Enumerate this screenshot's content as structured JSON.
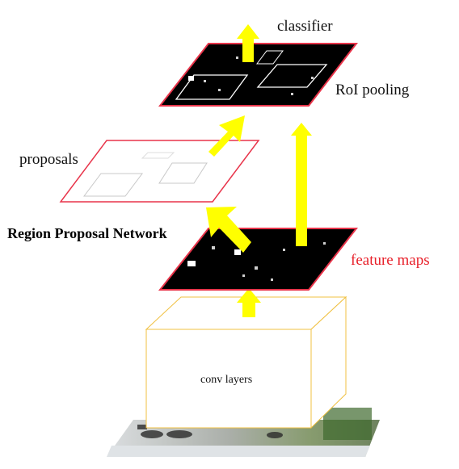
{
  "labels": {
    "classifier": "classifier",
    "roi_pooling": "RoI pooling",
    "proposals": "proposals",
    "rpn": "Region Proposal Network",
    "feature_maps": "feature maps",
    "conv_layers": "conv layers"
  },
  "colors": {
    "arrow": "#ffff00",
    "plane_border": "#e8344a",
    "feature_map_fill": "#000000",
    "proposal_box": "#c8c8c8",
    "roi_box": "#ffffff",
    "box_outline": "#f0c040",
    "feature_maps_text": "#e8202a",
    "text": "#111111"
  },
  "icons": {
    "arrow": "thick-up-arrow",
    "image_strip": "input-photo-strip"
  }
}
